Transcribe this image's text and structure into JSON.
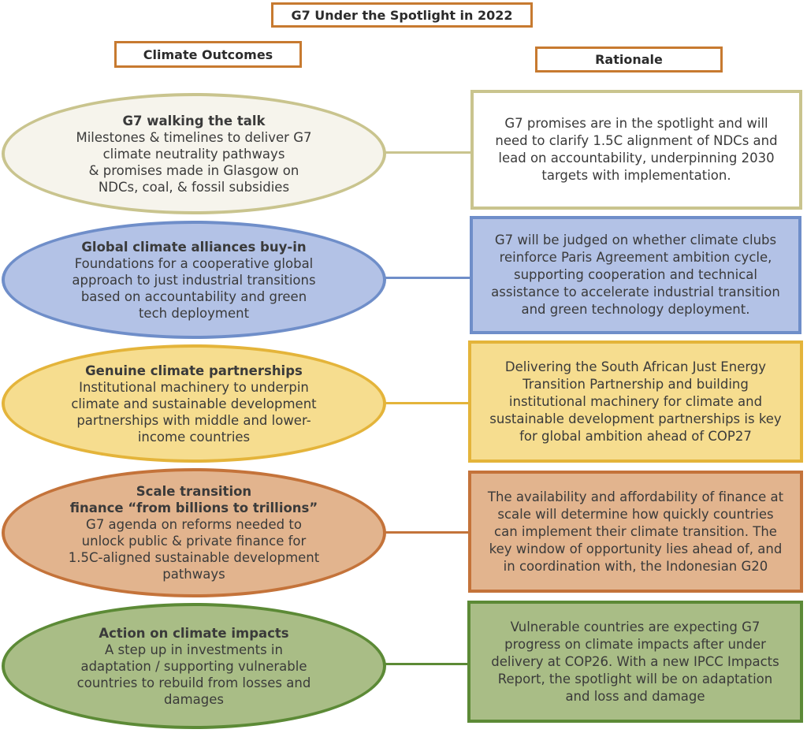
{
  "title": "G7 Under the Spotlight in 2022",
  "columns": {
    "left": "Climate Outcomes",
    "right": "Rationale"
  },
  "rows": [
    {
      "outcome_title": "G7 walking the talk",
      "outcome_body": "Milestones & timelines to deliver G7\nclimate neutrality pathways\n& promises made in Glasgow on\nNDCs, coal, & fossil subsidies",
      "rationale": "G7 promises are in the spotlight and will\nneed to clarify 1.5C alignment of NDCs and\nlead on accountability, underpinning 2030\ntargets with implementation.",
      "colors": {
        "fill": "#f6f4ec",
        "border": "#c9c48e",
        "box_fill": "#ffffff",
        "line": "#c9c48e"
      }
    },
    {
      "outcome_title": "Global climate alliances buy-in",
      "outcome_body": "Foundations for a cooperative global\napproach to just industrial transitions\nbased on accountability and green\ntech deployment",
      "rationale": "G7 will be judged on whether climate clubs\nreinforce Paris Agreement ambition cycle,\nsupporting cooperation and technical\nassistance to accelerate industrial transition\nand green technology deployment.",
      "colors": {
        "fill": "#b3c2e6",
        "border": "#6f8ec9",
        "box_fill": "#b3c2e6",
        "line": "#6f8ec9"
      }
    },
    {
      "outcome_title": "Genuine climate partnerships",
      "outcome_body": "Institutional machinery to underpin\nclimate and sustainable development\npartnerships with middle and lower-\nincome countries",
      "rationale": "Delivering the South African Just Energy\nTransition Partnership and building\ninstitutional machinery for climate and\nsustainable development partnerships is key\nfor global ambition ahead of COP27",
      "colors": {
        "fill": "#f6dd8f",
        "border": "#e4b43a",
        "box_fill": "#f6dd8f",
        "line": "#e4b43a"
      }
    },
    {
      "outcome_title": "Scale transition\nfinance “from billions to trillions”",
      "outcome_body": "G7 agenda on reforms needed to\nunlock public & private finance for\n1.5C-aligned sustainable development\npathways",
      "rationale": "The availability and affordability of finance at\nscale will determine how quickly countries\ncan implement their climate transition. The\nkey window of opportunity lies ahead of, and\nin coordination with, the Indonesian G20",
      "colors": {
        "fill": "#e2b48e",
        "border": "#c4733a",
        "box_fill": "#e2b48e",
        "line": "#c4733a"
      }
    },
    {
      "outcome_title": "Action on climate impacts",
      "outcome_body": "A step up in investments in\nadaptation / supporting vulnerable\ncountries to rebuild from losses and\ndamages",
      "rationale": "Vulnerable countries are expecting G7\nprogress on climate impacts after under\ndelivery at COP26. With a new IPCC Impacts\nReport, the spotlight will be on adaptation\nand loss and damage",
      "colors": {
        "fill": "#a9bd86",
        "border": "#5c8a36",
        "box_fill": "#a9bd86",
        "line": "#5c8a36"
      }
    }
  ]
}
